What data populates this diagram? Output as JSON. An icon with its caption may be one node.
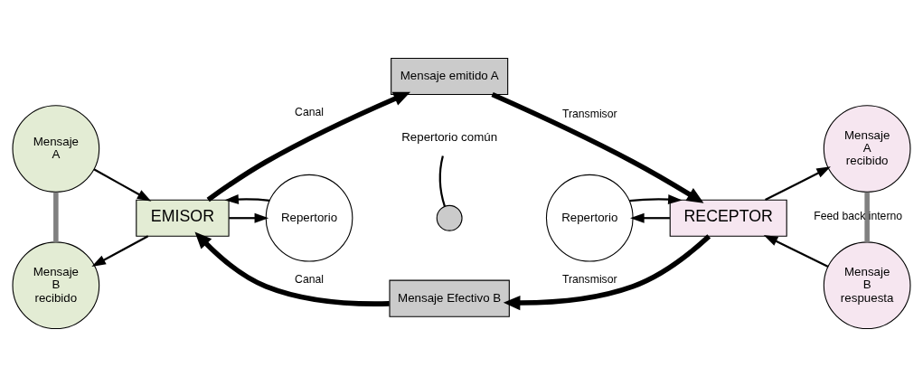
{
  "diagram": {
    "nodes": [
      {
        "text": [
          "Mensaje A"
        ]
      },
      {
        "text": [
          "Mensaje emitido A"
        ]
      },
      {
        "text": [
          "Mensaje A recibido"
        ]
      },
      {
        "text": [
          "EMISOR"
        ]
      },
      {
        "text": [
          "Repertorio"
        ]
      },
      {
        "text": [
          "Repertorio"
        ]
      },
      {
        "text": [
          "RECEPTOR"
        ]
      },
      {
        "text": [
          "Mensaje B recibido"
        ]
      },
      {
        "text": [
          "Mensaje Efectivo B"
        ]
      },
      {
        "text": [
          "Mensaje B respuesta"
        ]
      },
      {
        "text": [],
        "shape": "circle"
      },
      {
        "text": [
          "Repertorio común"
        ]
      }
    ],
    "edges": [
      {
        "from": 0,
        "to": 3,
        "arrow": "to"
      },
      {
        "from": 3,
        "to": 7,
        "arrow": "to"
      },
      {
        "from": 0,
        "to": 7,
        "arrow": "none",
        "style": "thick",
        "color": "#808080"
      },
      {
        "from": 3,
        "to": 1,
        "arrow": "to",
        "style": "thick",
        "label": "Canal"
      },
      {
        "from": 1,
        "to": 6,
        "arrow": "to",
        "style": "thick",
        "label": "Transmisor"
      },
      {
        "from": 3,
        "to": 4,
        "arrow": "to"
      },
      {
        "from": 4,
        "to": 3,
        "arrow": "to"
      },
      {
        "from": 6,
        "to": 5,
        "arrow": "to"
      },
      {
        "from": 5,
        "to": 6,
        "arrow": "to"
      },
      {
        "from": 6,
        "to": 2,
        "arrow": "to"
      },
      {
        "from": 9,
        "to": 6,
        "arrow": "to"
      },
      {
        "from": 2,
        "to": 9,
        "arrow": "none",
        "style": "thick",
        "color": "#808080",
        "label": "Feed back interno"
      },
      {
        "from": 6,
        "to": 8,
        "arrow": "to",
        "style": "thick",
        "label": "Transmisor"
      },
      {
        "from": 8,
        "to": 3,
        "arrow": "to",
        "style": "thick",
        "label": "Canal"
      },
      {
        "from": 11,
        "to": 10,
        "arrow": "none"
      }
    ]
  }
}
